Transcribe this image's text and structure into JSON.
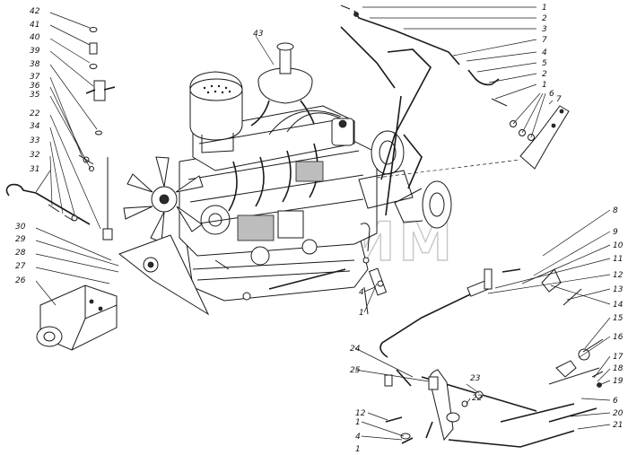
{
  "watermark": "ГАЗ-ИМ",
  "callouts": [
    {
      "id": "c-1a",
      "label": "1"
    },
    {
      "id": "c-2a",
      "label": "2"
    },
    {
      "id": "c-3a",
      "label": "3"
    },
    {
      "id": "c-7a",
      "label": "7"
    },
    {
      "id": "c-4a",
      "label": "4"
    },
    {
      "id": "c-5a",
      "label": "5"
    },
    {
      "id": "c-2b",
      "label": "2"
    },
    {
      "id": "c-1b",
      "label": "1"
    },
    {
      "id": "c-6a",
      "label": "6"
    },
    {
      "id": "c-7b",
      "label": "7"
    },
    {
      "id": "c-43",
      "label": "43"
    },
    {
      "id": "c-42",
      "label": "42"
    },
    {
      "id": "c-41",
      "label": "41"
    },
    {
      "id": "c-40",
      "label": "40"
    },
    {
      "id": "c-39",
      "label": "39"
    },
    {
      "id": "c-38",
      "label": "38"
    },
    {
      "id": "c-37",
      "label": "37"
    },
    {
      "id": "c-36",
      "label": "36"
    },
    {
      "id": "c-35",
      "label": "35"
    },
    {
      "id": "c-22a",
      "label": "22"
    },
    {
      "id": "c-34",
      "label": "34"
    },
    {
      "id": "c-33",
      "label": "33"
    },
    {
      "id": "c-32",
      "label": "32"
    },
    {
      "id": "c-31",
      "label": "31"
    },
    {
      "id": "c-30",
      "label": "30"
    },
    {
      "id": "c-29",
      "label": "29"
    },
    {
      "id": "c-28",
      "label": "28"
    },
    {
      "id": "c-27",
      "label": "27"
    },
    {
      "id": "c-26",
      "label": "26"
    },
    {
      "id": "c-8",
      "label": "8"
    },
    {
      "id": "c-9",
      "label": "9"
    },
    {
      "id": "c-10",
      "label": "10"
    },
    {
      "id": "c-11",
      "label": "11"
    },
    {
      "id": "c-12a",
      "label": "12"
    },
    {
      "id": "c-13",
      "label": "13"
    },
    {
      "id": "c-14",
      "label": "14"
    },
    {
      "id": "c-15",
      "label": "15"
    },
    {
      "id": "c-16",
      "label": "16"
    },
    {
      "id": "c-17",
      "label": "17"
    },
    {
      "id": "c-18",
      "label": "18"
    },
    {
      "id": "c-19",
      "label": "19"
    },
    {
      "id": "c-6b",
      "label": "6"
    },
    {
      "id": "c-20",
      "label": "20"
    },
    {
      "id": "c-21",
      "label": "21"
    },
    {
      "id": "c-4b",
      "label": "4"
    },
    {
      "id": "c-1c",
      "label": "1"
    },
    {
      "id": "c-24",
      "label": "24"
    },
    {
      "id": "c-25",
      "label": "25"
    },
    {
      "id": "c-23",
      "label": "23"
    },
    {
      "id": "c-22b",
      "label": "22"
    },
    {
      "id": "c-12b",
      "label": "12"
    },
    {
      "id": "c-1d",
      "label": "1"
    },
    {
      "id": "c-4c",
      "label": "4"
    },
    {
      "id": "c-1e",
      "label": "1"
    }
  ]
}
